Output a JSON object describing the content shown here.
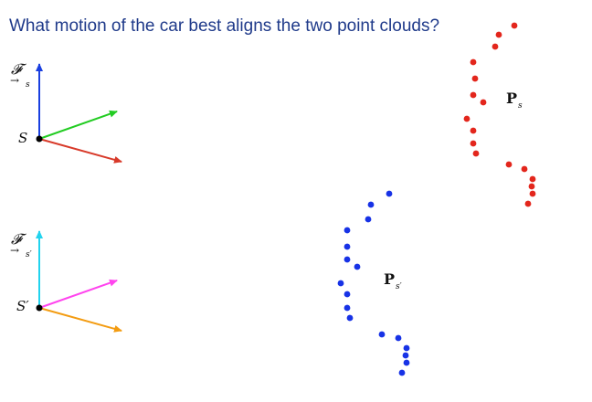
{
  "question": "What motion of the car best aligns the two point clouds?",
  "frames": [
    {
      "id": "s",
      "origin_label": "S",
      "script_symbol": "𝓕",
      "script_arrow": "→",
      "script_subscript": "s",
      "axis_colors": {
        "vertical": "#1a3fe0",
        "upper": "#22cc22",
        "lower": "#d83a2a"
      }
    },
    {
      "id": "s-prime",
      "origin_label": "S′",
      "script_symbol": "𝓕",
      "script_arrow": "→",
      "script_subscript": "s′",
      "axis_colors": {
        "vertical": "#22d3ee",
        "upper": "#ff44ee",
        "lower": "#f39c12"
      }
    }
  ],
  "clouds": [
    {
      "id": "ps",
      "label": "P",
      "subscript": "s",
      "color": "#e3261c"
    },
    {
      "id": "ps-prime",
      "label": "P",
      "subscript": "s′",
      "color": "#1732e6"
    }
  ],
  "colors": {
    "question_text": "#1f3a8a",
    "origin_dot": "#000000"
  }
}
